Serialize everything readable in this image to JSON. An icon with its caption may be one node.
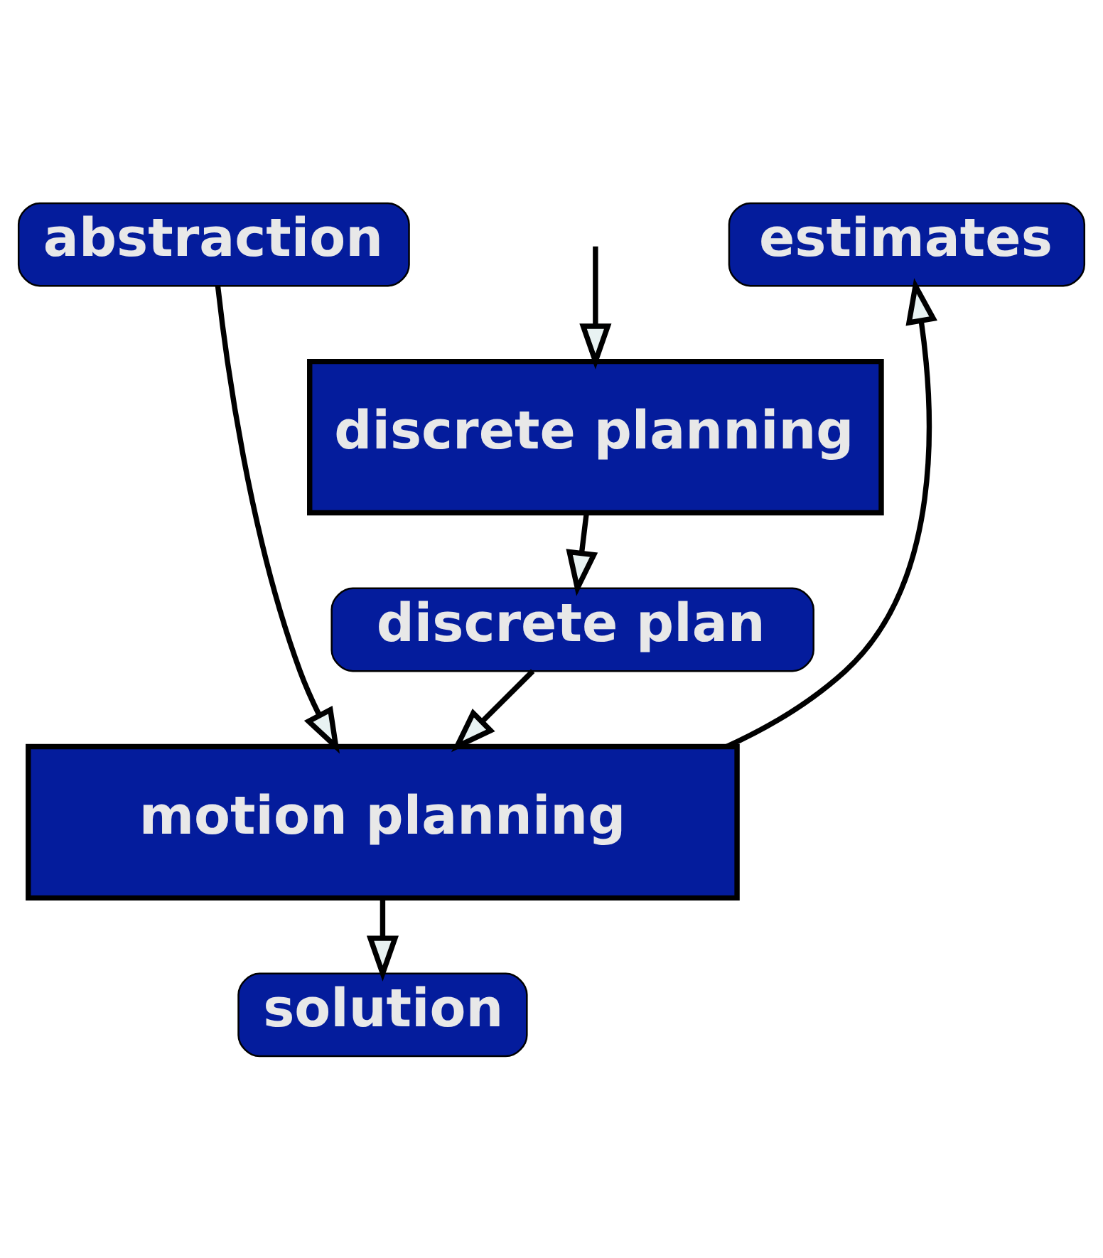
{
  "diagram": {
    "nodes": [
      {
        "text": [
          "abstraction"
        ]
      },
      {
        "text": [
          "estimates"
        ]
      },
      {
        "text": [
          "discrete planning"
        ]
      },
      {
        "text": [
          "discrete plan"
        ]
      },
      {
        "text": [
          "motion planning"
        ]
      },
      {
        "text": [
          "solution"
        ]
      }
    ],
    "edges": [
      {
        "from": 0,
        "to": 4,
        "arrow": "to"
      },
      {
        "from": null,
        "to": 2,
        "arrow": "to"
      },
      {
        "from": 2,
        "to": 3,
        "arrow": "to"
      },
      {
        "from": 3,
        "to": 4,
        "arrow": "to"
      },
      {
        "from": 4,
        "to": 1,
        "arrow": "to"
      },
      {
        "from": 4,
        "to": 5,
        "arrow": "to"
      }
    ]
  }
}
